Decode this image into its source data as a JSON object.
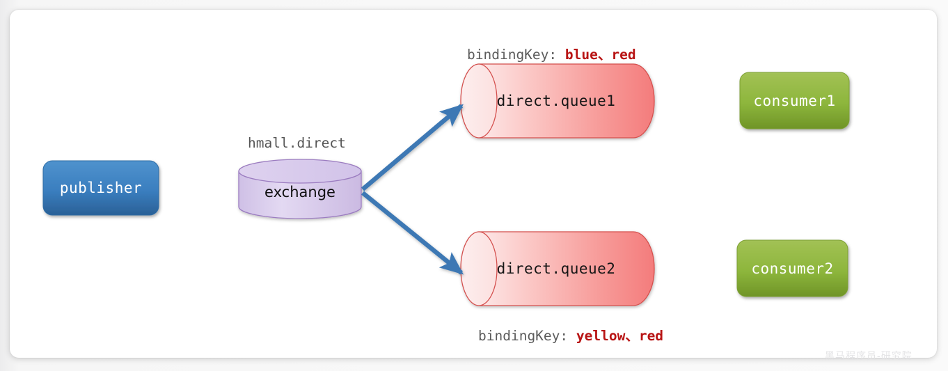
{
  "diagram": {
    "title_caption": "hmall.direct",
    "nodes": {
      "publisher": {
        "label": "publisher",
        "type": "rounded-box",
        "color": "#3a7ebf"
      },
      "exchange": {
        "label": "exchange",
        "type": "cylinder-vertical",
        "color": "#ddd0ee"
      },
      "queue1": {
        "label": "direct.queue1",
        "type": "cylinder-horizontal",
        "color": "#f58a8a"
      },
      "queue2": {
        "label": "direct.queue2",
        "type": "cylinder-horizontal",
        "color": "#f58a8a"
      },
      "consumer1": {
        "label": "consumer1",
        "type": "rounded-box",
        "color": "#8cb33c"
      },
      "consumer2": {
        "label": "consumer2",
        "type": "rounded-box",
        "color": "#8cb33c"
      }
    },
    "binding_top": {
      "prefix": "bindingKey: ",
      "keys": "blue、red"
    },
    "binding_bottom": {
      "prefix": "bindingKey: ",
      "keys": "yellow、red"
    },
    "arrow_color": "#3c78b4",
    "watermark": "黑马程序员-研究院"
  }
}
